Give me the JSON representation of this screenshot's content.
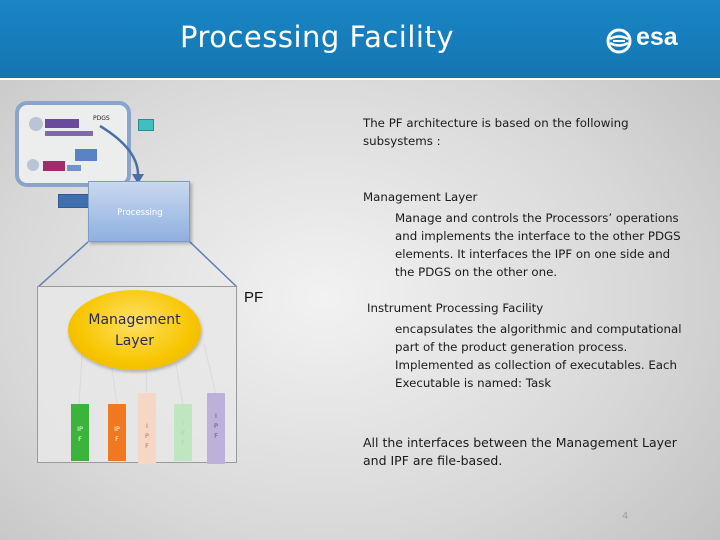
{
  "header": {
    "title": "Processing Facility",
    "logo_text": "esa"
  },
  "right_text": {
    "intro": [
      "The PF architecture is based on the following",
      "subsystems :"
    ],
    "management_heading": "Management Layer",
    "management_body": [
      "Manage and controls the Processors’ operations",
      "and implements the interface to the other PDGS",
      "elements. It interfaces the IPF on one side and",
      "the PDGS on the other one."
    ],
    "ipf_heading": "Instrument Processing Facility",
    "ipf_body": [
      "encapsulates the algorithmic and computational",
      "part of the product generation process.",
      "Implemented as collection of executables. Each",
      "Executable is named: Task"
    ],
    "interfaces": [
      "All the interfaces between the Management Layer",
      "and IPF are file-based."
    ],
    "page_number": "4"
  },
  "diagram": {
    "pdgs_label": "PDGS",
    "processing_label": "Processing",
    "pf_label": "PF",
    "management_lines": [
      "Management",
      "Layer"
    ],
    "ipf_boxes": [
      {
        "lines": [
          "IP",
          "F"
        ],
        "color": "#3cb43c",
        "text_color": "#ffffff"
      },
      {
        "lines": [
          "IP",
          "F"
        ],
        "color": "#f07820",
        "text_color": "#ffffff"
      },
      {
        "lines": [
          "I",
          "P",
          "F"
        ],
        "color": "#f6d6c4",
        "text_color": "#c07050"
      },
      {
        "lines": [
          "I",
          "P",
          "F"
        ],
        "color": "#bfe6bf",
        "text_color": "#a8d6a8"
      },
      {
        "lines": [
          "I",
          "P",
          "F"
        ],
        "color": "#bdb1dc",
        "text_color": "#5c4c8a"
      }
    ]
  },
  "colors": {
    "header": "#1a86c6",
    "management_layer": "#f7c600",
    "processing": "#9bb8e4",
    "pdgs_border": "#8aa4cc"
  }
}
